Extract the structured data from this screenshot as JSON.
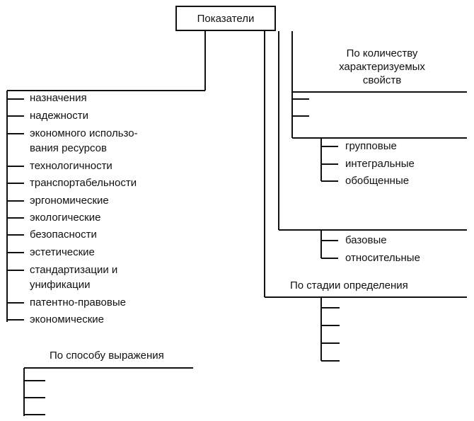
{
  "root": "Показатели",
  "purpose_items": [
    "назначения",
    "надежности",
    "экономного использо-",
    "вания ресурсов",
    "технологичности",
    "транспортабельности",
    "эргономические",
    "экологические",
    "безопасности",
    "эстетические",
    "стандартизации и",
    "унификации",
    "патентно-правовые",
    "экономические"
  ],
  "by_properties": {
    "title_lines": [
      "По количеству",
      "характеризуемых",
      "свойств"
    ],
    "items": [
      "групповые",
      "интегральные",
      "обобщенные"
    ]
  },
  "base_items": [
    "базовые",
    "относительные"
  ],
  "by_stage": {
    "title": "По стадии определения"
  },
  "by_expression": {
    "title": "По способу выражения"
  }
}
